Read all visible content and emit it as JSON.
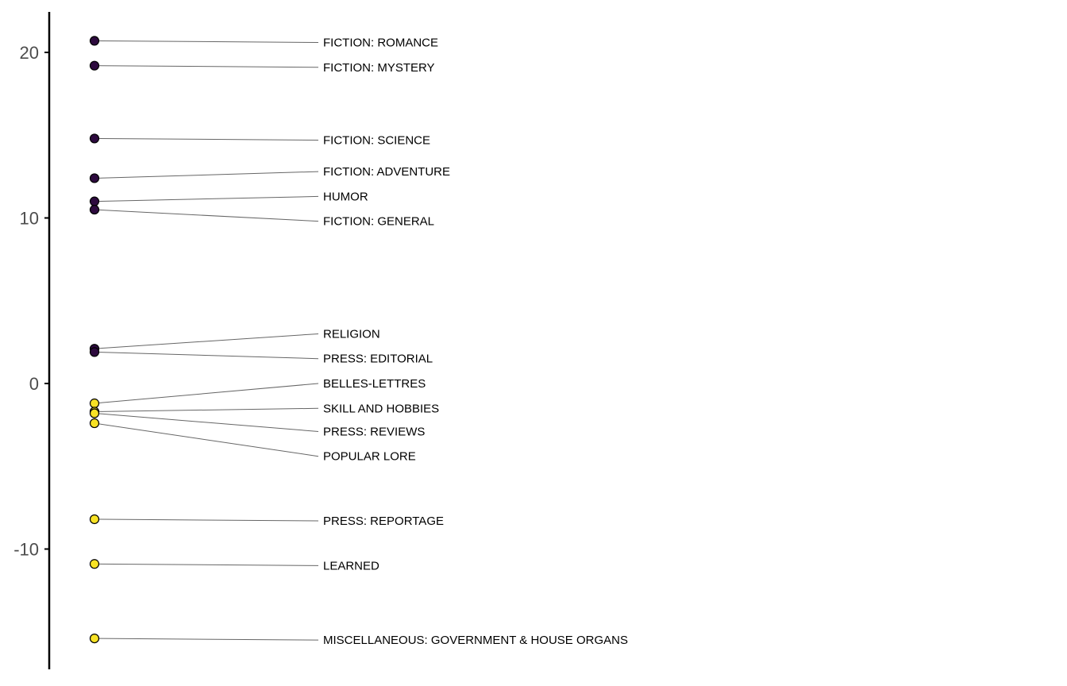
{
  "chart_data": {
    "type": "scatter",
    "title": "",
    "xlabel": "",
    "ylabel": "",
    "ylim": [
      -17,
      22.5
    ],
    "y_ticks": [
      20,
      10,
      0,
      -10
    ],
    "y_tick_labels": [
      "20",
      "10",
      "0",
      "-10"
    ],
    "grid": false,
    "legend": "none",
    "colors": {
      "positive": "#2d0a3e",
      "negative": "#f7e225",
      "outline": "#000000",
      "leader": "#666666"
    },
    "points": [
      {
        "label": "FICTION: ROMANCE",
        "value": 20.7,
        "group": "positive",
        "label_y": 20.6
      },
      {
        "label": "FICTION: MYSTERY",
        "value": 19.2,
        "group": "positive",
        "label_y": 19.1
      },
      {
        "label": "FICTION: SCIENCE",
        "value": 14.8,
        "group": "positive",
        "label_y": 14.7
      },
      {
        "label": "FICTION: ADVENTURE",
        "value": 12.4,
        "group": "positive",
        "label_y": 12.8
      },
      {
        "label": "HUMOR",
        "value": 11.0,
        "group": "positive",
        "label_y": 11.3
      },
      {
        "label": "FICTION: GENERAL",
        "value": 10.5,
        "group": "positive",
        "label_y": 9.8
      },
      {
        "label": "RELIGION",
        "value": 2.1,
        "group": "positive",
        "label_y": 3.0
      },
      {
        "label": "PRESS: EDITORIAL",
        "value": 1.9,
        "group": "positive",
        "label_y": 1.5
      },
      {
        "label": "BELLES-LETTRES",
        "value": -1.2,
        "group": "negative",
        "label_y": 0.0
      },
      {
        "label": "SKILL AND HOBBIES",
        "value": -1.7,
        "group": "negative",
        "label_y": -1.5
      },
      {
        "label": "PRESS: REVIEWS",
        "value": -1.8,
        "group": "negative",
        "label_y": -2.9
      },
      {
        "label": "POPULAR LORE",
        "value": -2.4,
        "group": "negative",
        "label_y": -4.4
      },
      {
        "label": "PRESS: REPORTAGE",
        "value": -8.2,
        "group": "negative",
        "label_y": -8.3
      },
      {
        "label": "LEARNED",
        "value": -10.9,
        "group": "negative",
        "label_y": -11.0
      },
      {
        "label": "MISCELLANEOUS: GOVERNMENT & HOUSE ORGANS",
        "value": -15.4,
        "group": "negative",
        "label_y": -15.5
      }
    ]
  }
}
